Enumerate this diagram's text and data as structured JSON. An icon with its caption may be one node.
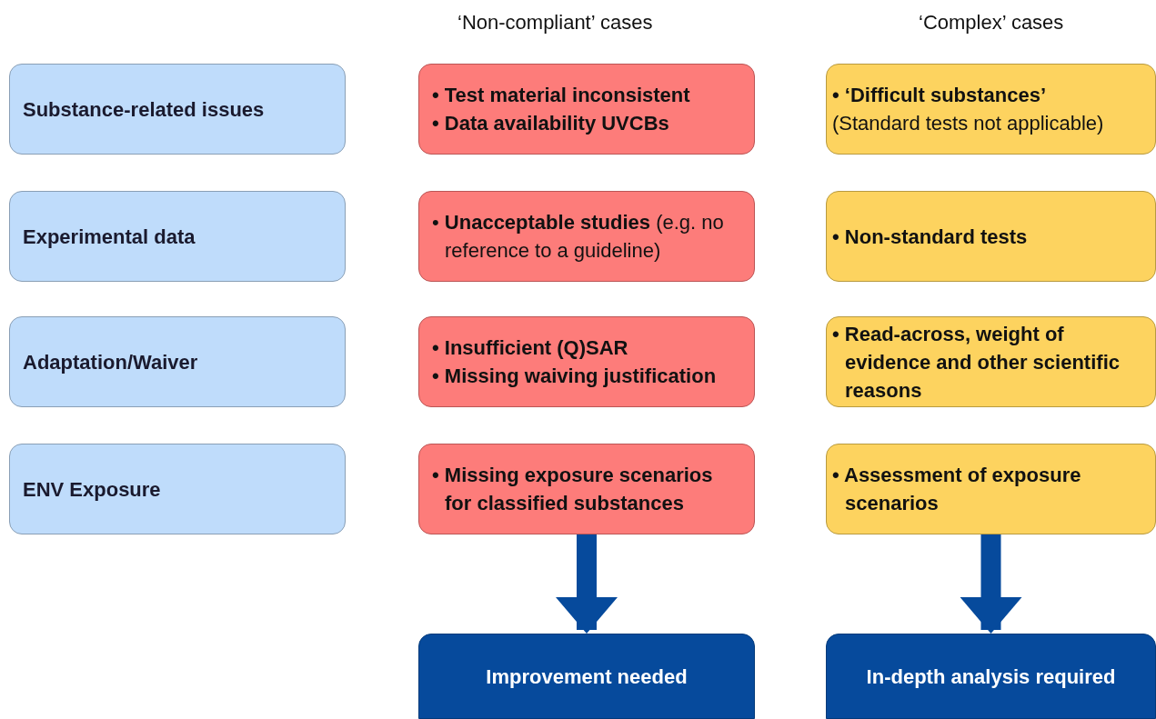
{
  "diagram": {
    "nodes": [
      {
        "text": [
          "Substance-related issues"
        ]
      },
      {
        "text": [
          "• Test material inconsistent",
          "• Data availability UVCBs"
        ]
      },
      {
        "text": [
          "• ‘Difficult substances’",
          "(Standard tests not applicable)"
        ]
      },
      {
        "text": [
          "Experimental data"
        ]
      },
      {
        "text": [
          "• **Unacceptable studies** (e.g. no reference to a guideline)"
        ]
      },
      {
        "text": [
          "• Non-standard tests"
        ]
      },
      {
        "text": [
          "Adaptation/Waiver"
        ]
      },
      {
        "text": [
          "• Insufficient (Q)SAR",
          "• Missing waiving justification"
        ]
      },
      {
        "text": [
          "• Read-across, weight of evidence and other scientific reasons"
        ]
      },
      {
        "text": [
          "ENV Exposure"
        ]
      },
      {
        "text": [
          "• Missing exposure scenarios for classified substances"
        ]
      },
      {
        "text": [
          "• Assessment of exposure scenarios"
        ]
      },
      {
        "text": [
          "Improvement needed"
        ]
      },
      {
        "text": [
          "In-depth analysis required"
        ]
      }
    ],
    "edges": [
      {
        "from": 10,
        "to": 12,
        "arrow": "to"
      },
      {
        "from": 11,
        "to": 13,
        "arrow": "to"
      }
    ],
    "labels": [
      "‘Non-compliant’ cases",
      "‘Complex’ cases"
    ]
  }
}
